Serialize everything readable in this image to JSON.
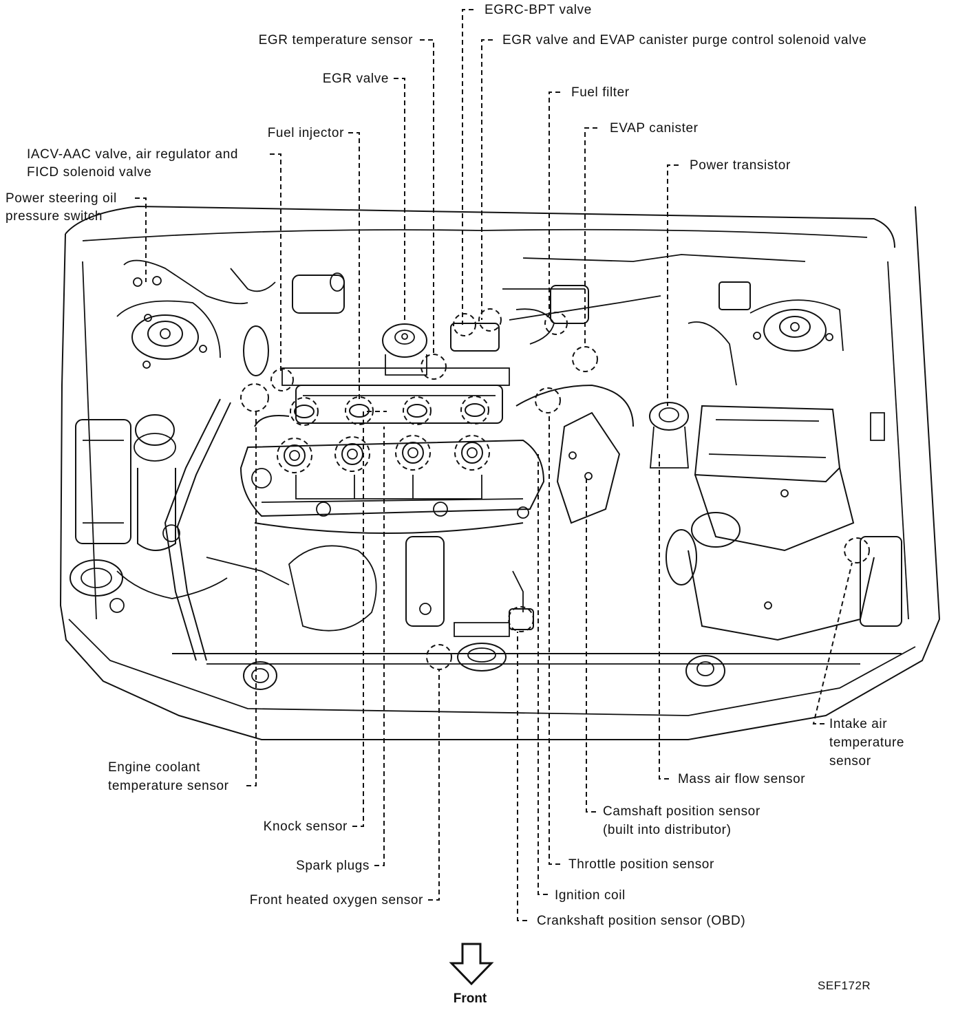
{
  "labels": {
    "egrc_bpt_valve": "EGRC-BPT valve",
    "egr_temperature_sensor": "EGR temperature sensor",
    "egr_valve_and_evap_solenoid": "EGR valve and EVAP canister purge control solenoid valve",
    "egr_valve": "EGR valve",
    "fuel_filter": "Fuel filter",
    "fuel_injector": "Fuel injector",
    "evap_canister": "EVAP canister",
    "iacv_line1": "IACV-AAC valve, air regulator and",
    "iacv_line2": "FICD solenoid valve",
    "power_transistor": "Power transistor",
    "ps_switch_line1": "Power steering oil",
    "ps_switch_line2": "pressure switch",
    "intake_air_line1": "Intake air",
    "intake_air_line2": "temperature",
    "intake_air_line3": "sensor",
    "ect_line1": "Engine coolant",
    "ect_line2": "temperature sensor",
    "mass_air_flow_sensor": "Mass air flow sensor",
    "camshaft_line1": "Camshaft position sensor",
    "camshaft_line2": "(built into distributor)",
    "knock_sensor": "Knock sensor",
    "spark_plugs": "Spark plugs",
    "throttle_position_sensor": "Throttle position sensor",
    "front_heated_oxygen_sensor": "Front heated oxygen sensor",
    "ignition_coil": "Ignition coil",
    "crankshaft_position_sensor": "Crankshaft position sensor (OBD)"
  },
  "direction": {
    "front": "Front"
  },
  "figure_ref": "SEF172R"
}
